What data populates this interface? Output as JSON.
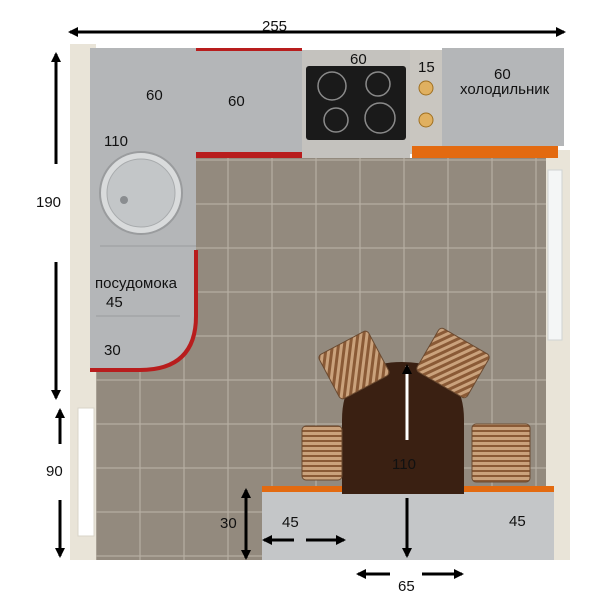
{
  "dimensions": {
    "total_width": "255",
    "total_height": "190",
    "lower_height": "90",
    "table_length": "110",
    "bottom_offset": "30",
    "bottom_left_counter": "45",
    "bottom_right_counter": "45",
    "bottom_gap": "65"
  },
  "modules": {
    "corner_cabinet": "60",
    "cabinet": "60",
    "stove": "60",
    "narrow": "15",
    "fridge_width": "60",
    "fridge_label": "холодильник",
    "sink_section": "110",
    "dishwasher_label": "посудомока",
    "dishwasher_width": "45",
    "end_section": "30"
  },
  "colors": {
    "floor": "#8f877c",
    "counter": "#b4b6b8",
    "accent_red": "#b81d1d",
    "accent_orange": "#e36a10",
    "table": "#3a2012",
    "chair": "#b2825a",
    "wall": "#e9e4d8"
  }
}
